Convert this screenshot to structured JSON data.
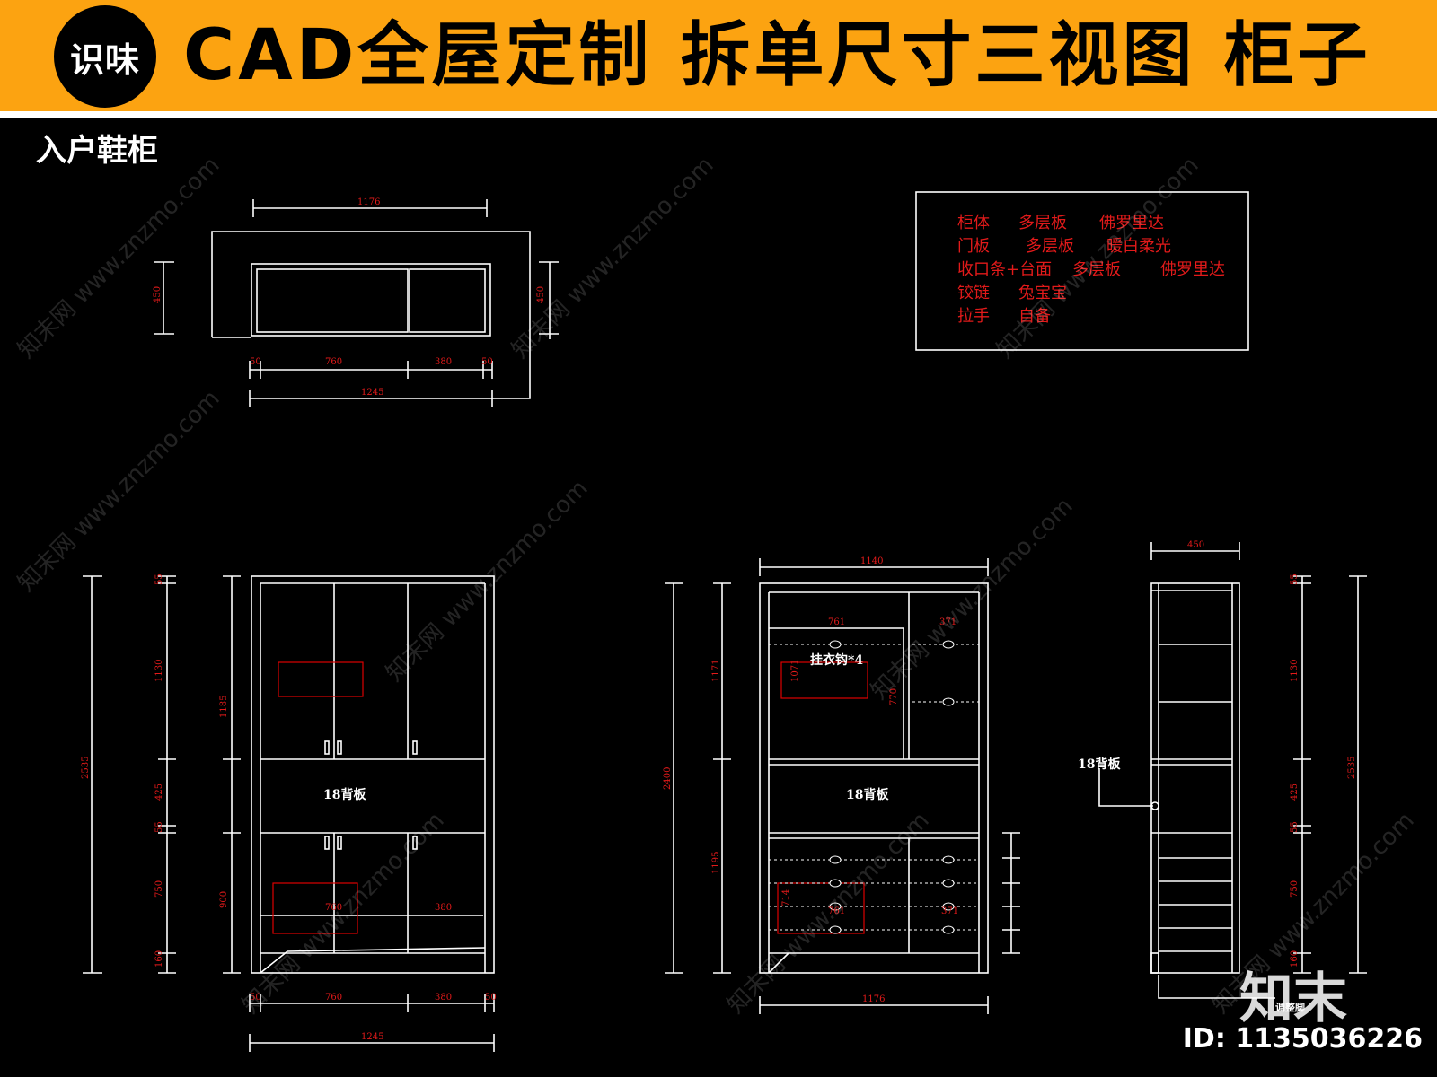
{
  "header": {
    "logo_text": "识味",
    "title": "CAD全屋定制 拆单尺寸三视图 柜子",
    "banner_color": "#FCA311"
  },
  "drawing": {
    "title": "入户鞋柜",
    "line_color": "#FFFFFF",
    "dim_color": "#FF2020",
    "materials": [
      [
        "柜体",
        "多层板",
        "佛罗里达"
      ],
      [
        "门板",
        "多层板",
        "暖白柔光"
      ],
      [
        "收口条+台面",
        "多层板",
        "佛罗里达"
      ],
      [
        "铰链",
        "兔宝宝",
        ""
      ],
      [
        "拉手",
        "自备",
        ""
      ]
    ],
    "plan_view": {
      "top_width": "1176",
      "depth": "450",
      "left_seg": "760",
      "right_seg": "380",
      "edge": "50",
      "total_width": "1245"
    },
    "front_view": {
      "heights": [
        "55",
        "1130",
        "425",
        "55",
        "750",
        "160"
      ],
      "upper": "1185",
      "total": "2535",
      "lower": "900",
      "back_label": "18背板",
      "bottom_seg": [
        "760",
        "380"
      ],
      "total_width": "1245",
      "edge": "50"
    },
    "interior_view": {
      "top_width": "1140",
      "col_left": "761",
      "col_right": "371",
      "hook_label": "挂衣钩*4",
      "hook_height": "1071",
      "right_height": "770",
      "back_label": "18背板",
      "upper": "1171",
      "total": "2400",
      "lower": "1195",
      "drawer": "714",
      "bottom_width": "1176"
    },
    "side_view": {
      "depth": "450",
      "back_label": "18背板",
      "total": "2535",
      "foot_label": "调整脚"
    }
  },
  "watermark": "知末网 www.znzmo.com",
  "brand": {
    "mark": "知末",
    "id": "ID: 1135036226"
  }
}
